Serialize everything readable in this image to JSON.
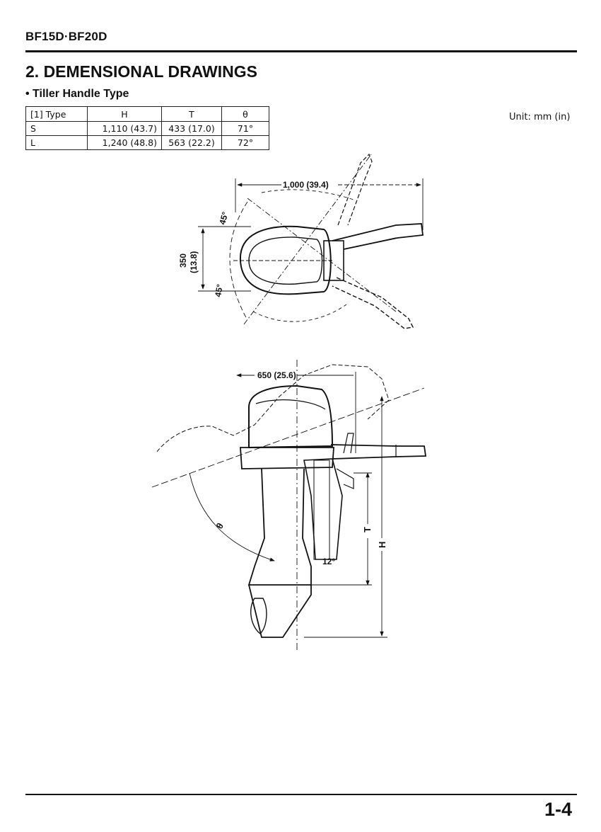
{
  "header": {
    "model": "BF15D·BF20D"
  },
  "section": {
    "title": "2. DEMENSIONAL DRAWINGS",
    "subtitle": "• Tiller Handle Type",
    "unit": "Unit: mm (in)"
  },
  "spec_table": {
    "headers": [
      "[1] Type",
      "H",
      "T",
      "θ"
    ],
    "rows": [
      [
        "S",
        "1,110 (43.7)",
        "433 (17.0)",
        "71°"
      ],
      [
        "L",
        "1,240 (48.8)",
        "563 (22.2)",
        "72°"
      ]
    ]
  },
  "top_view": {
    "width_label": "1,000 (39.4)",
    "depth_label_mm": "350",
    "depth_label_in": "(13.8)",
    "angle_upper": "45°",
    "angle_lower": "45°"
  },
  "side_view": {
    "reach_label": "650 (25.6)",
    "tilt_angle": "12°",
    "label_T": "T",
    "label_H": "H",
    "label_theta": "θ"
  },
  "footer": {
    "page_number": "1-4"
  }
}
